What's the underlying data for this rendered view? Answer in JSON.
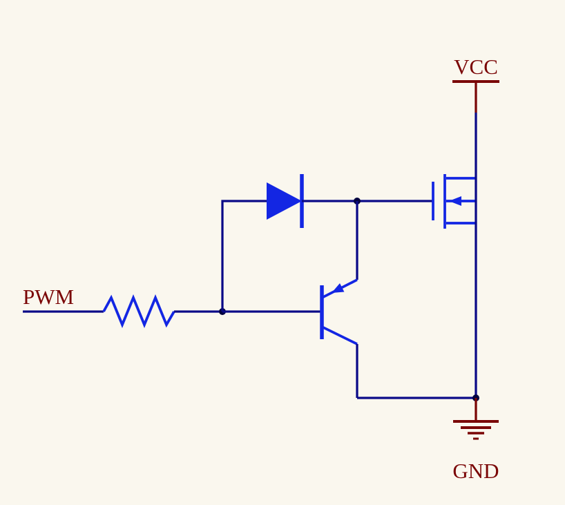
{
  "schematic": {
    "labels": {
      "input_net": "PWM",
      "power_net": "VCC",
      "ground_net": "GND"
    },
    "colors": {
      "background": "#FAF7EE",
      "wire": "#0A0A87",
      "component": "#1326E3",
      "power": "#7A0505",
      "junction": "#03033F"
    },
    "components": [
      {
        "name": "series-resistor",
        "type": "resistor"
      },
      {
        "name": "speed-up-diode",
        "type": "diode"
      },
      {
        "name": "pnp-transistor",
        "type": "bjt-pnp"
      },
      {
        "name": "p-channel-mosfet",
        "type": "mosfet"
      }
    ]
  }
}
